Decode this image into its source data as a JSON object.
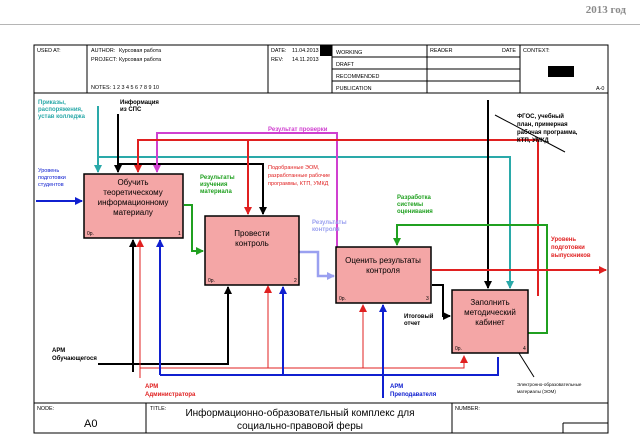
{
  "page": {
    "year": "2013 год"
  },
  "header": {
    "used_at": "USED AT:",
    "author_label": "AUTHOR:",
    "author": "Курсовая работа",
    "project_label": "PROJECT:",
    "project": "Курсовая работа",
    "date_label": "DATE:",
    "date": "11.04.2013",
    "rev_label": "REV:",
    "rev": "14.11.2013",
    "notes": "NOTES:  1  2  3  4  5  6  7  8  9  10",
    "status": [
      "WORKING",
      "DRAFT",
      "RECOMMENDED",
      "PUBLICATION"
    ],
    "reader": "READER",
    "date2": "DATE",
    "context": "CONTEXT:",
    "context_node": "A-0"
  },
  "blocks": [
    {
      "id": "b1",
      "lines": [
        "Обучить",
        "теоретическому",
        "информационному",
        "материалу"
      ],
      "cost": "0р.",
      "num": "1"
    },
    {
      "id": "b2",
      "lines": [
        "Провести",
        "контроль"
      ],
      "cost": "0р.",
      "num": "2"
    },
    {
      "id": "b3",
      "lines": [
        "Оценить результаты",
        "контроля"
      ],
      "cost": "0р.",
      "num": "3"
    },
    {
      "id": "b4",
      "lines": [
        "Заполнить",
        "методический",
        "кабинет"
      ],
      "cost": "0р.",
      "num": "4"
    }
  ],
  "labels": {
    "orders": [
      "Приказы,",
      "распоряжения,",
      "устав колледжа"
    ],
    "info_sps": [
      "Информация",
      "из СПС"
    ],
    "check_result": "Результат проверки",
    "fgos": [
      "ФГОС, учебный",
      "план, примерная",
      "рабочая программа,",
      "КТП, УМКД"
    ],
    "level_in": [
      "Уровень",
      "подготовки",
      "студентов"
    ],
    "study_results": [
      "Результаты",
      "изучения",
      "материала"
    ],
    "selected_eom": [
      "Подобранные ЭОМ,",
      "разработанные рабочие",
      "программы, КТП, УМКД"
    ],
    "control_results": [
      "Результаты",
      "контроля"
    ],
    "eval_system": [
      "Разработка",
      "системы",
      "оценивания"
    ],
    "level_out": [
      "Уровень",
      "подготовки",
      "выпускников"
    ],
    "final_report": [
      "Итоговый",
      "отчет"
    ],
    "arm_student": [
      "АРМ",
      "Обучающегося"
    ],
    "arm_admin": [
      "АРМ",
      "Администратора"
    ],
    "arm_teacher": [
      "АРМ",
      "Преподавателя"
    ],
    "eom": [
      "Электронно-образовательные",
      "материалы (ЭОМ)"
    ]
  },
  "footer": {
    "node_label": "NODE:",
    "node": "A0",
    "title_label": "TITLE:",
    "title_lines": [
      "Информационно-образовательный комплекс для",
      "социально-правовой феры"
    ],
    "number_label": "NUMBER:"
  },
  "colors": {
    "block_fill": "#f4a6a6",
    "teal": "#2aa9a9",
    "red": "#e02020",
    "magenta": "#d040d0",
    "blue": "#1020d0",
    "green": "#20a020",
    "lavender": "#9aa0f0",
    "black": "#000000"
  }
}
